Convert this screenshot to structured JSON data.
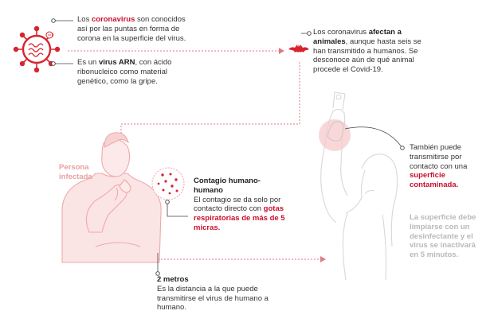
{
  "virus": {
    "text1": {
      "pre": "Los ",
      "bold": "coronavirus",
      "post": " son conocidos así por las puntas en forma de corona en la superficie del virus."
    },
    "text2": {
      "pre": "Es un ",
      "bold": "virus ARN",
      "post": ", con ácido ribonucleico como material genético, como la gripe."
    }
  },
  "animals": {
    "pre": "Los coronavirus ",
    "bold": "afectan a animales",
    "post": ", aunque hasta seis se han transmitido a humanos. Se desconoce aún de qué animal procede el Covid-19."
  },
  "person": {
    "label": "Persona infectada"
  },
  "contagio": {
    "title": "Contagio humano-humano",
    "body": "El contagio se da solo por contacto directo con ",
    "highlight": "gotas respiratorias de más de 5 micras."
  },
  "surface": {
    "pre": "También puede transmitirse por contacto con una ",
    "highlight": "superficie contaminada.",
    "note": "La superficie debe limpiarse con un desinfectante y el virus se inactivará en 5 minutos."
  },
  "distance": {
    "title": "2 metros",
    "body": "Es la distancia a la que puede transmitirse el virus de humano a humano."
  },
  "colors": {
    "accent": "#c8102e",
    "arrow": "#e07a86",
    "figure": "#f2b8b8"
  }
}
